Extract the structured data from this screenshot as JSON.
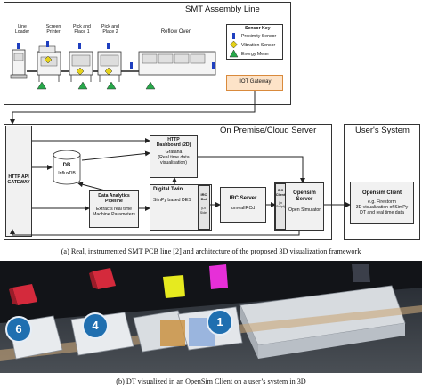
{
  "smt": {
    "title": "SMT Assembly Line",
    "stations": [
      {
        "label": "Line\nLoader"
      },
      {
        "label": "Screen\nPrinter"
      },
      {
        "label": "Pick and\nPlace 1"
      },
      {
        "label": "Pick and\nPlace 2"
      },
      {
        "label": "Reflow Oven"
      }
    ],
    "sensor_key": {
      "title": "Sensor Key",
      "items": [
        "Proximity Sensor",
        "Vibration Sensor",
        "Energy Meter"
      ]
    },
    "gateway": "IIOT Gateway"
  },
  "server": {
    "title": "On Premise/Cloud Server",
    "http_api": "HTTP API\nGATEWAY",
    "db_title": "DB",
    "db_sub": "InfluxDB",
    "dashboard_title": "HTTP\nDashboard (2D)",
    "dashboard_sub": "Grafana\n(Real time data\nvisualisation)",
    "pipeline_title": "Data Analytics\nPipeline",
    "pipeline_sub": "Extracts real time\nMachine Parameters",
    "twin_title": "Digital Twin",
    "twin_sub": "SimPy based DES",
    "irc_bot": "IRC\nBot",
    "irc_bot_sub": "(DT\nSide)",
    "irc_server_title": "IRC Server",
    "irc_server_sub": "unrealIRCd",
    "irc_client": "IRC\nClient",
    "irc_client_sub": "(In\nScript)",
    "opensim_title": "Opensim\nServer",
    "opensim_sub": "Open Simulator"
  },
  "user": {
    "title": "User's System",
    "client_title": "Opensim Client",
    "client_sub": "e.g. Firestorm\n3D visualization of SimPy\nDT and real time data"
  },
  "captions": {
    "a": "(a) Real, instrumented SMT PCB line [2] and architecture of the proposed 3D visualization framework",
    "b": "(b) DT visualized in an OpenSim Client on a user’s system in 3D"
  },
  "scene_labels": [
    "6",
    "4",
    "1"
  ],
  "colors": {
    "proximity": "#1f3fbf",
    "vibration": "#e5d21a",
    "energy": "#27a84a",
    "conveyor": "#222222"
  }
}
